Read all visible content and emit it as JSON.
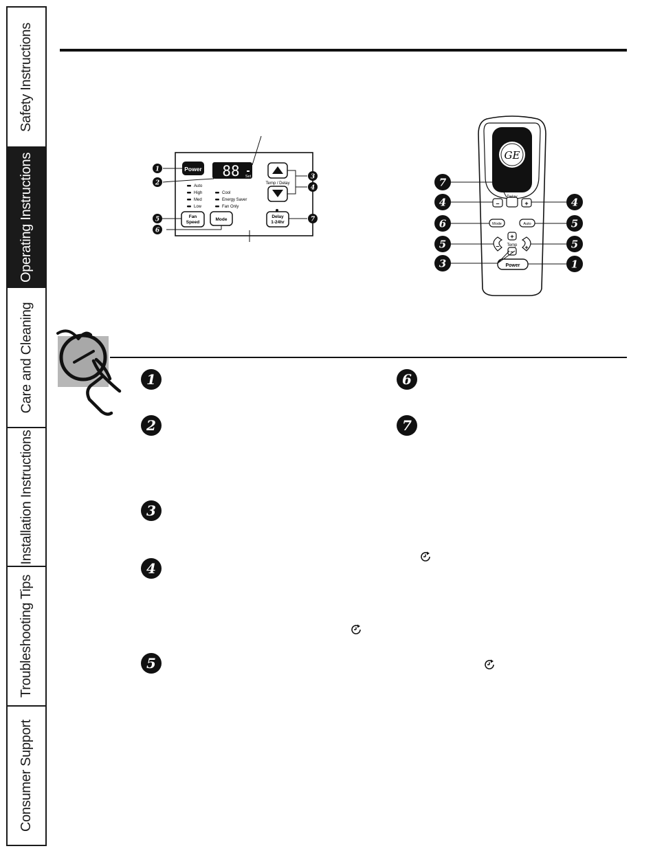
{
  "sidebar": {
    "tabs": [
      {
        "label": "Safety Instructions",
        "active": false
      },
      {
        "label": "Operating Instructions",
        "active": true
      },
      {
        "label": "Care and Cleaning",
        "active": false
      },
      {
        "label": "Installation Instructions",
        "active": false
      },
      {
        "label": "Troubleshooting Tips",
        "active": false
      },
      {
        "label": "Consumer Support",
        "active": false
      }
    ]
  },
  "control_panel": {
    "power_label": "Power",
    "display_digits": "88",
    "set_label": "Set",
    "temp_delay_label": "Temp / Delay",
    "fan_speed_items": [
      "Auto",
      "High",
      "Med",
      "Low"
    ],
    "mode_items": [
      "Cool",
      "Energy Saver",
      "Fan Only"
    ],
    "fan_speed_button": [
      "Fan",
      "Speed"
    ],
    "mode_button": "Mode",
    "delay_button": [
      "Delay",
      "1-24hr"
    ],
    "callouts": [
      "1",
      "2",
      "3",
      "4",
      "5",
      "6",
      "7"
    ]
  },
  "remote": {
    "logo": "GE",
    "delay_label": "Delay",
    "mode_button": "Mode",
    "auto_button": "Auto",
    "temp_label": "Temp",
    "power_button": "Power",
    "plus_symbol": "+",
    "minus_symbol": "–"
  },
  "remote_callouts": [
    "7",
    "4",
    "4",
    "6",
    "5",
    "5",
    "5",
    "3",
    "1"
  ],
  "step_numbers": [
    "1",
    "2",
    "3",
    "4",
    "5",
    "6",
    "7"
  ],
  "icons": {
    "hand": "hand-press-icon",
    "clock": "delay-clock-icon"
  }
}
